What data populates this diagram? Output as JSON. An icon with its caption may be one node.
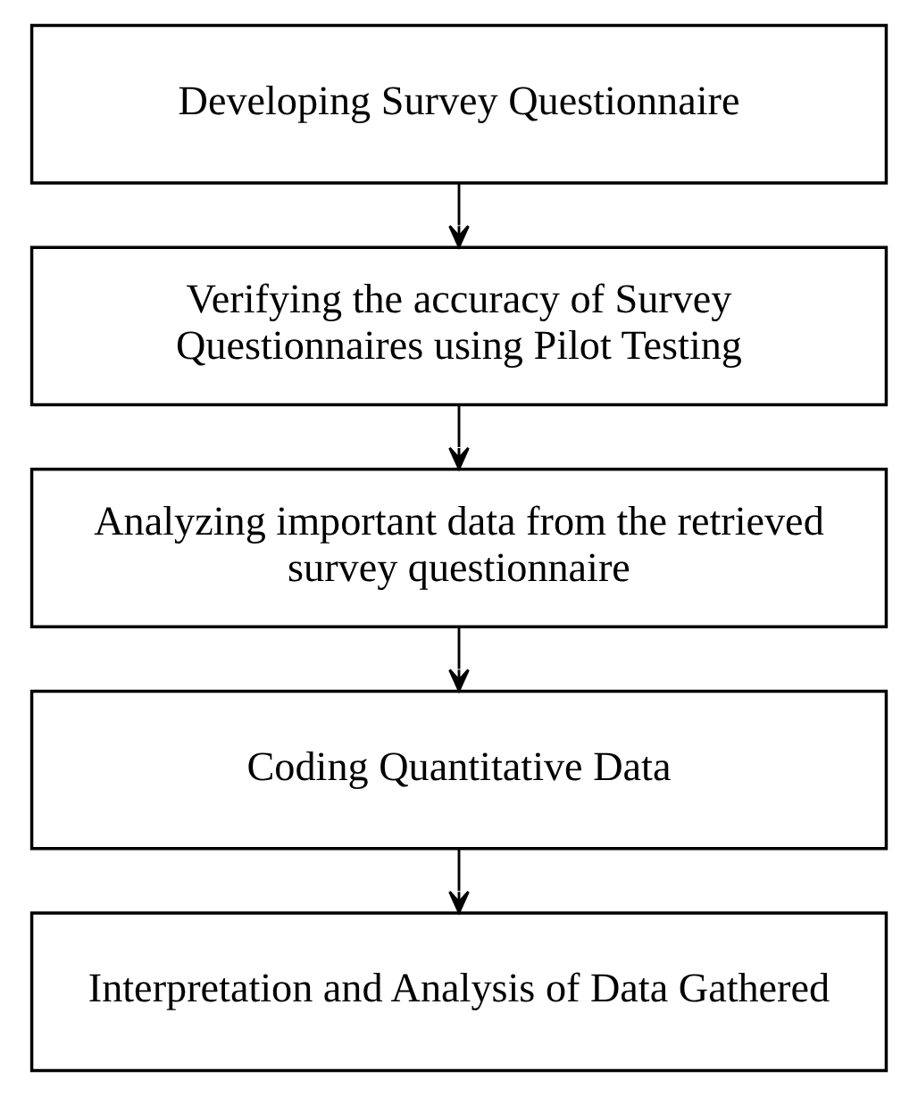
{
  "diagram": {
    "nodes": [
      {
        "text": [
          "Developing Survey Questionnaire"
        ]
      },
      {
        "text": [
          "Verifying the accuracy of Survey Questionnaires using Pilot Testing"
        ]
      },
      {
        "text": [
          "Analyzing important data from the retrieved survey questionnaire"
        ]
      },
      {
        "text": [
          "Coding Quantitative Data"
        ]
      },
      {
        "text": [
          "Interpretation and Analysis of Data Gathered"
        ]
      }
    ],
    "edges": [
      {
        "from": 0,
        "to": 1,
        "arrow": "to"
      },
      {
        "from": 1,
        "to": 2,
        "arrow": "to"
      },
      {
        "from": 2,
        "to": 3,
        "arrow": "to"
      },
      {
        "from": 3,
        "to": 4,
        "arrow": "to"
      }
    ]
  }
}
